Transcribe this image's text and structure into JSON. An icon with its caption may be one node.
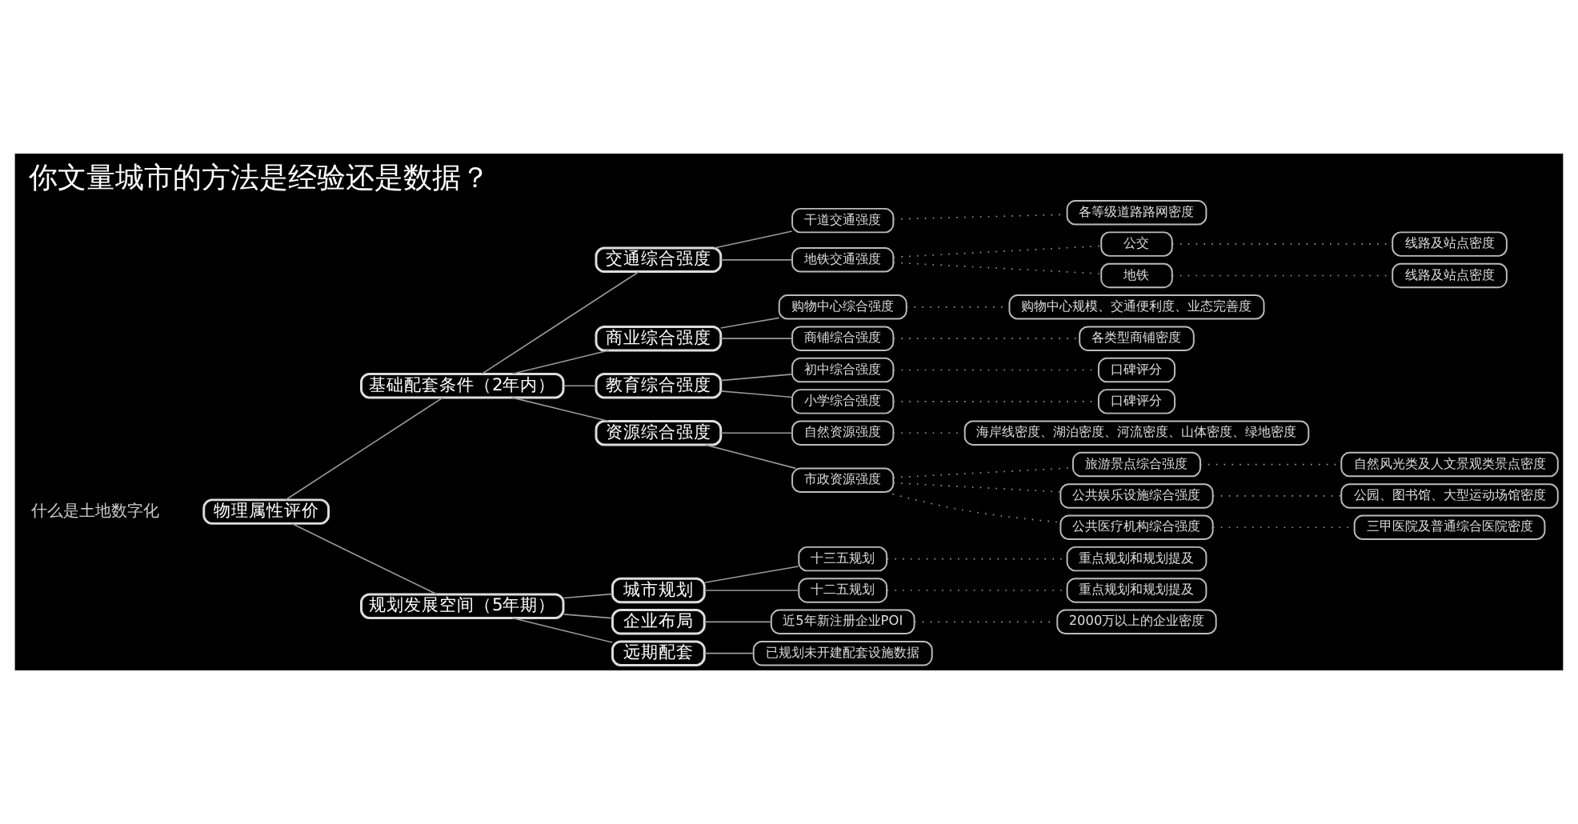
{
  "diagram": {
    "title": "你文量城市的方法是经验还是数据？",
    "nodes": [
      {
        "text": [
          "物理属性评价"
        ]
      },
      {
        "text": [
          "基础配套条件（2年内）"
        ]
      },
      {
        "text": [
          "交通综合强度"
        ]
      },
      {
        "text": [
          "干道交通强度"
        ]
      },
      {
        "text": [
          "各等级道路路网密度"
        ]
      },
      {
        "text": [
          "地铁交通强度"
        ]
      },
      {
        "text": [
          "公交"
        ]
      },
      {
        "text": [
          "线路及站点密度"
        ]
      },
      {
        "text": [
          "地铁"
        ]
      },
      {
        "text": [
          "线路及站点密度"
        ]
      },
      {
        "text": [
          "商业综合强度"
        ]
      },
      {
        "text": [
          "购物中心综合强度"
        ]
      },
      {
        "text": [
          "购物中心规模、交通便利度、业态完善度"
        ]
      },
      {
        "text": [
          "商铺综合强度"
        ]
      },
      {
        "text": [
          "各类型商铺密度"
        ]
      },
      {
        "text": [
          "教育综合强度"
        ]
      },
      {
        "text": [
          "初中综合强度"
        ]
      },
      {
        "text": [
          "口碑评分"
        ]
      },
      {
        "text": [
          "小学综合强度"
        ]
      },
      {
        "text": [
          "口碑评分"
        ]
      },
      {
        "text": [
          "资源综合强度"
        ]
      },
      {
        "text": [
          "自然资源强度"
        ]
      },
      {
        "text": [
          "海岸线密度、湖泊密度、河流密度、山体密度、绿地密度"
        ]
      },
      {
        "text": [
          "市政资源强度"
        ]
      },
      {
        "text": [
          "旅游景点综合强度"
        ]
      },
      {
        "text": [
          "自然风光类及人文景观类景点密度"
        ]
      },
      {
        "text": [
          "公共娱乐设施综合强度"
        ]
      },
      {
        "text": [
          "公园、图书馆、大型运动场馆密度"
        ]
      },
      {
        "text": [
          "公共医疗机构综合强度"
        ]
      },
      {
        "text": [
          "三甲医院及普通综合医院密度"
        ]
      },
      {
        "text": [
          "规划发展空间（5年期）"
        ]
      },
      {
        "text": [
          "城市规划"
        ]
      },
      {
        "text": [
          "十三五规划"
        ]
      },
      {
        "text": [
          "重点规划和规划提及"
        ]
      },
      {
        "text": [
          "十二五规划"
        ]
      },
      {
        "text": [
          "重点规划和规划提及"
        ]
      },
      {
        "text": [
          "企业布局"
        ]
      },
      {
        "text": [
          "近5年新注册企业POI"
        ]
      },
      {
        "text": [
          "2000万以上的企业密度"
        ]
      },
      {
        "text": [
          "远期配套"
        ]
      },
      {
        "text": [
          "已规划未开建配套设施数据"
        ]
      }
    ],
    "edges": [
      {
        "from": 0,
        "to": 1,
        "arrow": "none"
      },
      {
        "from": 1,
        "to": 2,
        "arrow": "none"
      },
      {
        "from": 2,
        "to": 3,
        "arrow": "none"
      },
      {
        "from": 3,
        "to": 4,
        "arrow": "none",
        "style": "dashed"
      },
      {
        "from": 2,
        "to": 5,
        "arrow": "none"
      },
      {
        "from": 5,
        "to": 6,
        "arrow": "none",
        "style": "dashed"
      },
      {
        "from": 6,
        "to": 7,
        "arrow": "none",
        "style": "dashed"
      },
      {
        "from": 5,
        "to": 8,
        "arrow": "none",
        "style": "dashed"
      },
      {
        "from": 8,
        "to": 9,
        "arrow": "none",
        "style": "dashed"
      },
      {
        "from": 1,
        "to": 10,
        "arrow": "none"
      },
      {
        "from": 10,
        "to": 11,
        "arrow": "none"
      },
      {
        "from": 11,
        "to": 12,
        "arrow": "none",
        "style": "dashed"
      },
      {
        "from": 10,
        "to": 13,
        "arrow": "none"
      },
      {
        "from": 13,
        "to": 14,
        "arrow": "none",
        "style": "dashed"
      },
      {
        "from": 1,
        "to": 15,
        "arrow": "none"
      },
      {
        "from": 15,
        "to": 16,
        "arrow": "none"
      },
      {
        "from": 16,
        "to": 17,
        "arrow": "none",
        "style": "dashed"
      },
      {
        "from": 15,
        "to": 18,
        "arrow": "none"
      },
      {
        "from": 18,
        "to": 19,
        "arrow": "none",
        "style": "dashed"
      },
      {
        "from": 1,
        "to": 20,
        "arrow": "none"
      },
      {
        "from": 20,
        "to": 21,
        "arrow": "none"
      },
      {
        "from": 21,
        "to": 22,
        "arrow": "none",
        "style": "dashed"
      },
      {
        "from": 20,
        "to": 23,
        "arrow": "none"
      },
      {
        "from": 23,
        "to": 24,
        "arrow": "none",
        "style": "dashed"
      },
      {
        "from": 24,
        "to": 25,
        "arrow": "none",
        "style": "dashed"
      },
      {
        "from": 23,
        "to": 26,
        "arrow": "none",
        "style": "dashed"
      },
      {
        "from": 26,
        "to": 27,
        "arrow": "none",
        "style": "dashed"
      },
      {
        "from": 23,
        "to": 28,
        "arrow": "none",
        "style": "dashed"
      },
      {
        "from": 28,
        "to": 29,
        "arrow": "none",
        "style": "dashed"
      },
      {
        "from": 0,
        "to": 30,
        "arrow": "none"
      },
      {
        "from": 30,
        "to": 31,
        "arrow": "none"
      },
      {
        "from": 31,
        "to": 32,
        "arrow": "none"
      },
      {
        "from": 32,
        "to": 33,
        "arrow": "none",
        "style": "dashed"
      },
      {
        "from": 31,
        "to": 34,
        "arrow": "none"
      },
      {
        "from": 34,
        "to": 35,
        "arrow": "none",
        "style": "dashed"
      },
      {
        "from": 30,
        "to": 36,
        "arrow": "none"
      },
      {
        "from": 36,
        "to": 37,
        "arrow": "none"
      },
      {
        "from": 37,
        "to": 38,
        "arrow": "none",
        "style": "dashed"
      },
      {
        "from": 30,
        "to": 39,
        "arrow": "none"
      },
      {
        "from": 39,
        "to": 40,
        "arrow": "none"
      }
    ],
    "labels": [
      "什么是土地数字化"
    ]
  }
}
